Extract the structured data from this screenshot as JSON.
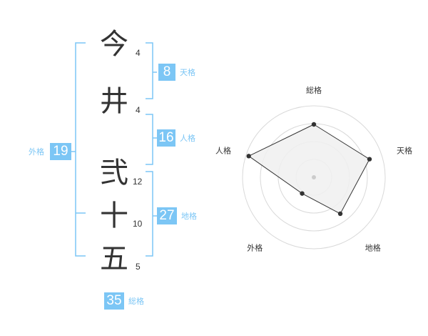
{
  "colors": {
    "accent": "#7cc6f5",
    "text": "#333333",
    "ring": "#d9d9d9",
    "fill": "#f0f0f0"
  },
  "characters": [
    {
      "char": "今",
      "strokes": "4"
    },
    {
      "char": "井",
      "strokes": "4"
    },
    {
      "char": "弐",
      "strokes": "12"
    },
    {
      "char": "十",
      "strokes": "10"
    },
    {
      "char": "五",
      "strokes": "5"
    }
  ],
  "kaku": {
    "tenkaku": {
      "value": "8",
      "label": "天格"
    },
    "jinkaku": {
      "value": "16",
      "label": "人格"
    },
    "chikaku": {
      "value": "27",
      "label": "地格"
    },
    "gaikaku": {
      "value": "19",
      "label": "外格"
    },
    "soukaku": {
      "value": "35",
      "label": "総格"
    }
  },
  "chart_data": {
    "type": "radar",
    "axes": [
      "総格",
      "天格",
      "地格",
      "外格",
      "人格"
    ],
    "values": [
      0.74,
      0.82,
      0.63,
      0.28,
      0.96
    ],
    "range": [
      0,
      1
    ],
    "rings": 4,
    "grid": true
  }
}
